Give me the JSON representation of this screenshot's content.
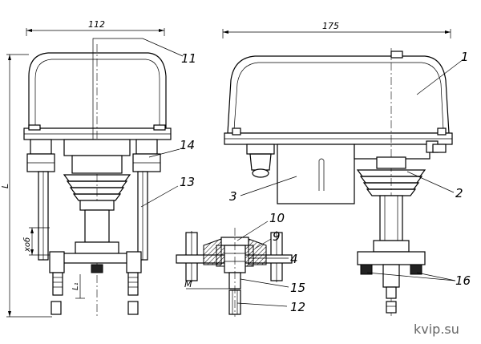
{
  "dimensions": {
    "width_left": "112",
    "width_right": "175",
    "height_total": "L",
    "stroke": "хоб",
    "small": "L₁"
  },
  "callouts": {
    "c1": "1",
    "c2": "2",
    "c3": "3",
    "c4": "4",
    "c9": "9",
    "c10": "10",
    "c11": "11",
    "c12": "12",
    "c13": "13",
    "c14": "14",
    "c15": "15",
    "c16": "16",
    "m": "M"
  },
  "watermark": "kvip.su"
}
